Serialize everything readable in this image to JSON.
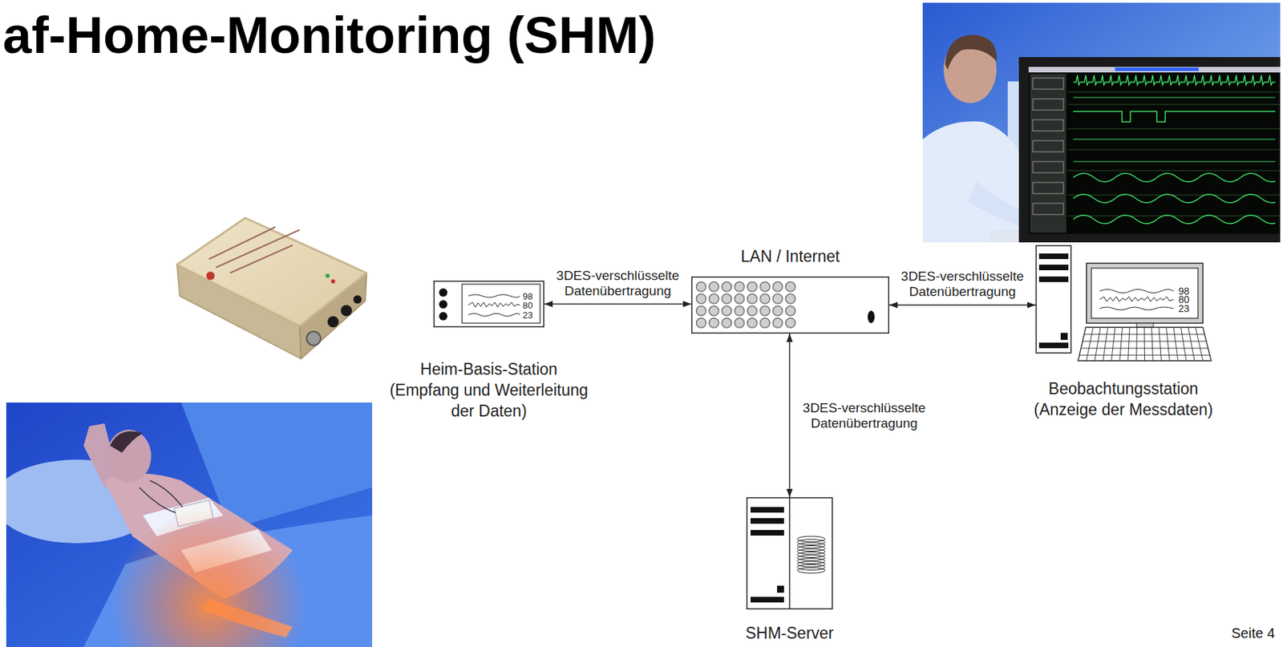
{
  "diagram": {
    "title": "af-Home-Monitoring (SHM)",
    "nodes": [
      {
        "text": [
          "Heim-Basis-Station",
          "(Empfang und Weiterleitung der Daten)"
        ]
      },
      {
        "text": [
          "LAN / Internet"
        ]
      },
      {
        "text": [
          "Beobachtungsstation",
          "(Anzeige der Messdaten)"
        ]
      },
      {
        "text": [
          "SHM-Server"
        ]
      }
    ],
    "edges": [
      {
        "from": 0,
        "to": 1,
        "label": "3DES-verschlüsselte Datenübertragung",
        "arrow": "both"
      },
      {
        "from": 1,
        "to": 2,
        "label": "3DES-verschlüsselte Datenübertragung",
        "arrow": "both"
      },
      {
        "from": 1,
        "to": 3,
        "label": "3DES-verschlüsselte Datenübertragung",
        "arrow": "both"
      }
    ],
    "labels": [
      "98",
      "80",
      "23",
      "98",
      "80",
      "23",
      "Seite 4"
    ]
  }
}
